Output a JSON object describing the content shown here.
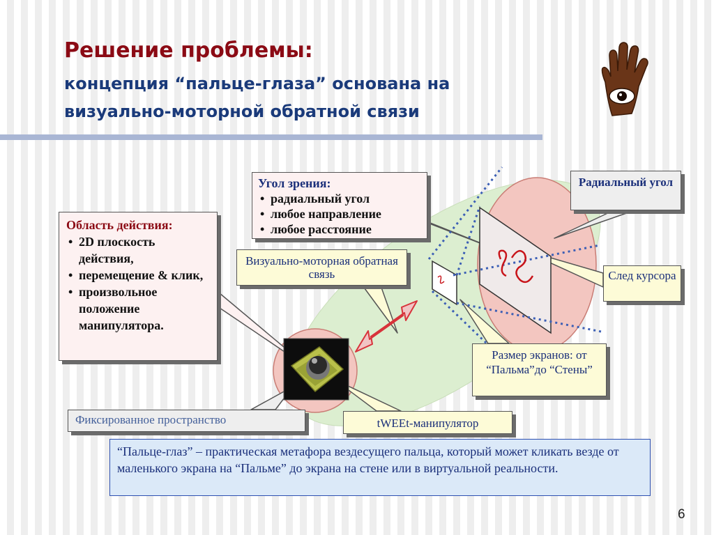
{
  "slide": {
    "title": "Решение проблемы:",
    "subtitle": "концепция “пальце-глаза” основана на визуально-моторной обратной связи",
    "page_number": "6"
  },
  "callouts": {
    "view_angle": {
      "heading": "Угол зрения:",
      "items": [
        "радиальный угол",
        "любое направление",
        "любое расстояние"
      ]
    },
    "action_area": {
      "heading": "Область действия:",
      "items": [
        "2D плоскость действия,",
        "перемещение & клик,",
        "произвольное положение манипулятора."
      ]
    },
    "visual_motor": "Визуально-моторная обратная связь",
    "radial_angle": "Радиальный угол",
    "cursor_trail": "След курсора",
    "screen_size": "Размер экранов: от “Пальма”до “Стены”",
    "fixed_space": "Фиксированное пространство",
    "tweet_device": "tWEEt-манипулятор"
  },
  "quote": "“Пальце-глаз” – практическая метафора вездесущего пальца, который может кликать везде от маленького экрана на “Пальме” до экрана на стене или в виртуальной реальности.",
  "colors": {
    "title": "#8b0a14",
    "subtitle": "#1a3a7a",
    "rule": "#a9b6d4",
    "dotted_lines": "#3c5fb5",
    "arrow_fill": "#f1c4c4",
    "arrow_stroke": "#d8323a",
    "green_ellipse": "#dceed0",
    "red_ellipse": "#f3c6c0"
  },
  "icons": [
    "hand-eye-icon",
    "joystick-icon",
    "cursor-trail-icon",
    "double-arrow-icon"
  ]
}
